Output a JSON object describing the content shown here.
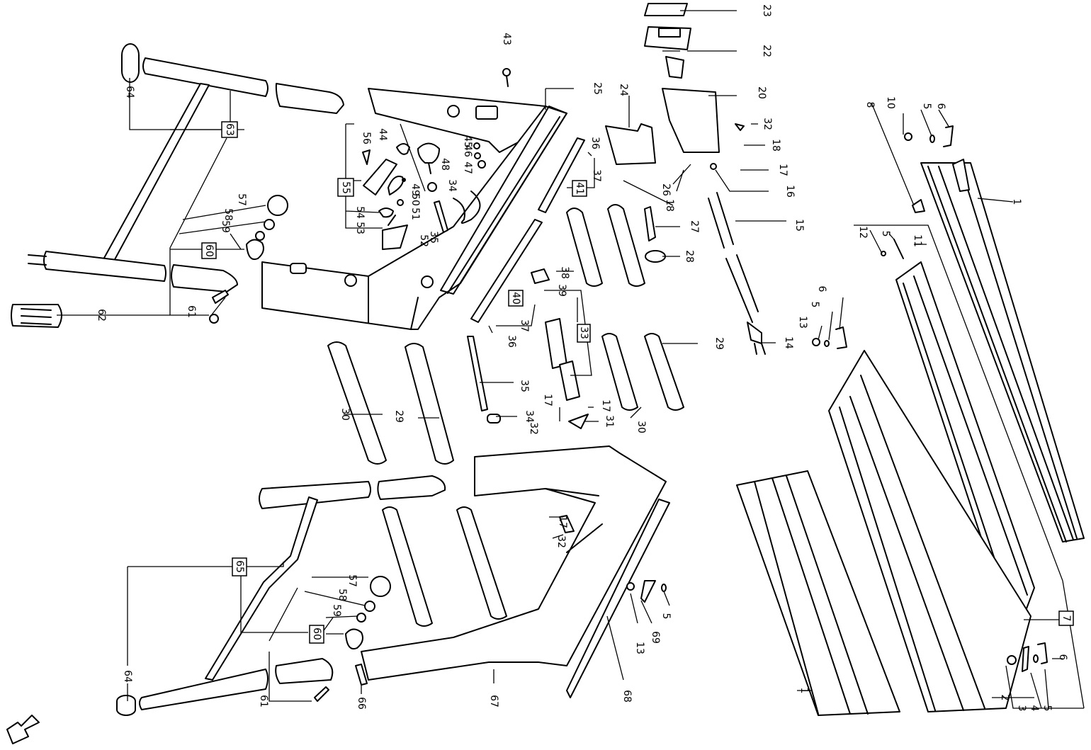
{
  "diagram": {
    "type": "exploded-parts-diagram",
    "subject": "folding roller table / stand assembly",
    "callouts": [
      {
        "id": "c1a",
        "text": "1"
      },
      {
        "id": "c1b",
        "text": "1"
      },
      {
        "id": "c2",
        "text": "2"
      },
      {
        "id": "c3",
        "text": "3"
      },
      {
        "id": "c4",
        "text": "4"
      },
      {
        "id": "c5a",
        "text": "5"
      },
      {
        "id": "c5b",
        "text": "5"
      },
      {
        "id": "c5c",
        "text": "5"
      },
      {
        "id": "c5d",
        "text": "5"
      },
      {
        "id": "c5e",
        "text": "5"
      },
      {
        "id": "c6a",
        "text": "6"
      },
      {
        "id": "c6b",
        "text": "6"
      },
      {
        "id": "c6c",
        "text": "6"
      },
      {
        "id": "c7",
        "text": "7"
      },
      {
        "id": "c8",
        "text": "8"
      },
      {
        "id": "c10",
        "text": "10"
      },
      {
        "id": "c11",
        "text": "11"
      },
      {
        "id": "c12",
        "text": "12"
      },
      {
        "id": "c13a",
        "text": "13"
      },
      {
        "id": "c13b",
        "text": "13"
      },
      {
        "id": "c14",
        "text": "14"
      },
      {
        "id": "c15",
        "text": "15"
      },
      {
        "id": "c16",
        "text": "16"
      },
      {
        "id": "c17a",
        "text": "17"
      },
      {
        "id": "c17b",
        "text": "17"
      },
      {
        "id": "c17c",
        "text": "17"
      },
      {
        "id": "c17d",
        "text": "17"
      },
      {
        "id": "c18a",
        "text": "18"
      },
      {
        "id": "c18b",
        "text": "18"
      },
      {
        "id": "c20",
        "text": "20"
      },
      {
        "id": "c22",
        "text": "22"
      },
      {
        "id": "c23",
        "text": "23"
      },
      {
        "id": "c24",
        "text": "24"
      },
      {
        "id": "c25",
        "text": "25"
      },
      {
        "id": "c26",
        "text": "26"
      },
      {
        "id": "c27",
        "text": "27"
      },
      {
        "id": "c28",
        "text": "28"
      },
      {
        "id": "c29a",
        "text": "29"
      },
      {
        "id": "c29b",
        "text": "29"
      },
      {
        "id": "c30a",
        "text": "30"
      },
      {
        "id": "c30b",
        "text": "30"
      },
      {
        "id": "c31",
        "text": "31"
      },
      {
        "id": "c32a",
        "text": "32"
      },
      {
        "id": "c32b",
        "text": "32"
      },
      {
        "id": "c32c",
        "text": "32"
      },
      {
        "id": "c33",
        "text": "33"
      },
      {
        "id": "c34a",
        "text": "34"
      },
      {
        "id": "c34b",
        "text": "34"
      },
      {
        "id": "c35a",
        "text": "35"
      },
      {
        "id": "c35b",
        "text": "35"
      },
      {
        "id": "c36a",
        "text": "36"
      },
      {
        "id": "c36b",
        "text": "36"
      },
      {
        "id": "c37a",
        "text": "37"
      },
      {
        "id": "c37b",
        "text": "37"
      },
      {
        "id": "c38",
        "text": "38"
      },
      {
        "id": "c39",
        "text": "39"
      },
      {
        "id": "c40",
        "text": "40"
      },
      {
        "id": "c41",
        "text": "41"
      },
      {
        "id": "c43",
        "text": "43"
      },
      {
        "id": "c44",
        "text": "44"
      },
      {
        "id": "c45",
        "text": "45"
      },
      {
        "id": "c46",
        "text": "46"
      },
      {
        "id": "c47",
        "text": "47"
      },
      {
        "id": "c48",
        "text": "48"
      },
      {
        "id": "c49",
        "text": "49"
      },
      {
        "id": "c50",
        "text": "50"
      },
      {
        "id": "c51",
        "text": "51"
      },
      {
        "id": "c52",
        "text": "52"
      },
      {
        "id": "c53",
        "text": "53"
      },
      {
        "id": "c54",
        "text": "54"
      },
      {
        "id": "c55",
        "text": "55"
      },
      {
        "id": "c56",
        "text": "56"
      },
      {
        "id": "c57a",
        "text": "57"
      },
      {
        "id": "c57b",
        "text": "57"
      },
      {
        "id": "c58a",
        "text": "58"
      },
      {
        "id": "c58b",
        "text": "58"
      },
      {
        "id": "c59a",
        "text": "59"
      },
      {
        "id": "c59b",
        "text": "59"
      },
      {
        "id": "c60a",
        "text": "60"
      },
      {
        "id": "c60b",
        "text": "60"
      },
      {
        "id": "c61a",
        "text": "61"
      },
      {
        "id": "c61b",
        "text": "61"
      },
      {
        "id": "c62",
        "text": "62"
      },
      {
        "id": "c63",
        "text": "63"
      },
      {
        "id": "c64a",
        "text": "64"
      },
      {
        "id": "c64b",
        "text": "64"
      },
      {
        "id": "c65",
        "text": "65"
      },
      {
        "id": "c66",
        "text": "66"
      },
      {
        "id": "c67",
        "text": "67"
      },
      {
        "id": "c68",
        "text": "68"
      },
      {
        "id": "c69",
        "text": "69"
      }
    ],
    "orientation_arrow": "direction-arrow-icon"
  }
}
